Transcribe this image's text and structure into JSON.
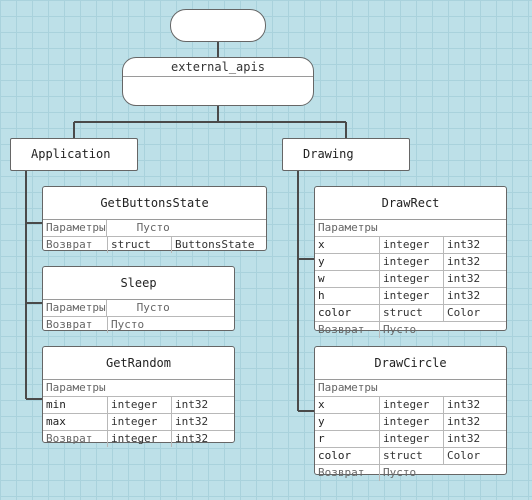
{
  "diagram": {
    "root": {
      "title": "external_apis"
    },
    "groups": [
      {
        "name": "Application",
        "functions": [
          {
            "name": "GetButtonsState",
            "params_label": "Параметры",
            "params_value": "Пусто",
            "return_label": "Возврат",
            "return_kind": "struct",
            "return_type": "ButtonsState"
          },
          {
            "name": "Sleep",
            "params_label": "Параметры",
            "params_value": "Пусто",
            "return_label": "Возврат",
            "return_value": "Пусто"
          },
          {
            "name": "GetRandom",
            "params_label": "Параметры",
            "params": [
              {
                "name": "min",
                "kind": "integer",
                "type": "int32"
              },
              {
                "name": "max",
                "kind": "integer",
                "type": "int32"
              }
            ],
            "return_label": "Возврат",
            "return_kind": "integer",
            "return_type": "int32"
          }
        ]
      },
      {
        "name": "Drawing",
        "functions": [
          {
            "name": "DrawRect",
            "params_label": "Параметры",
            "params": [
              {
                "name": "x",
                "kind": "integer",
                "type": "int32"
              },
              {
                "name": "y",
                "kind": "integer",
                "type": "int32"
              },
              {
                "name": "w",
                "kind": "integer",
                "type": "int32"
              },
              {
                "name": "h",
                "kind": "integer",
                "type": "int32"
              },
              {
                "name": "color",
                "kind": "struct",
                "type": "Color"
              }
            ],
            "return_label": "Возврат",
            "return_value": "Пусто"
          },
          {
            "name": "DrawCircle",
            "params_label": "Параметры",
            "params": [
              {
                "name": "x",
                "kind": "integer",
                "type": "int32"
              },
              {
                "name": "y",
                "kind": "integer",
                "type": "int32"
              },
              {
                "name": "r",
                "kind": "integer",
                "type": "int32"
              },
              {
                "name": "color",
                "kind": "struct",
                "type": "Color"
              }
            ],
            "return_label": "Возврат",
            "return_value": "Пусто"
          }
        ]
      }
    ],
    "colors": {
      "background": "#bde0e8",
      "grid": "#a9d2dc",
      "connector": "#4a4a4a",
      "box_fill": "#ffffff",
      "box_border": "#666666"
    }
  }
}
